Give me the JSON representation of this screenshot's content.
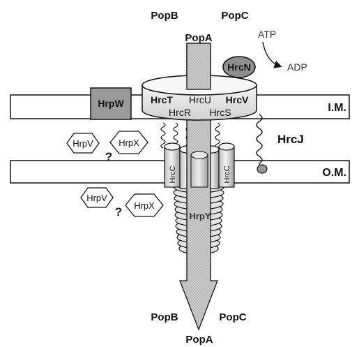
{
  "labels": {
    "popB_top": "PopB",
    "popC_top": "PopC",
    "popA_top": "PopA",
    "atp": "ATP",
    "adp": "ADP",
    "hrcN": "HrcN",
    "hrpW": "HrpW",
    "hrcT": "HrcT",
    "hrcU": "HrcU",
    "hrcV": "HrcV",
    "hrcR": "HrcR",
    "hrcS": "HrcS",
    "im": "I.M.",
    "om": "O.M.",
    "hrcJ": "HrcJ",
    "hrcC_left": "HrcC",
    "hrcC_right": "HrcC",
    "hrpV_upper": "HrpV",
    "hrpX_upper": "HrpX",
    "question_upper": "?",
    "hrpV_lower": "HrpV",
    "hrpX_lower": "HrpX",
    "question_lower": "?",
    "hrpY": "HrpY",
    "popB_bottom": "PopB",
    "popC_bottom": "PopC",
    "popA_bottom": "PopA"
  },
  "colors": {
    "ink": "#111111",
    "arrow_fill": "#c9c9c9",
    "box_fill": "#9a9a9a",
    "ring_fill": "#e2e2e2",
    "cylinder_fill": "#d8d8d8",
    "hrcN_fill": "#8f8f8f"
  }
}
